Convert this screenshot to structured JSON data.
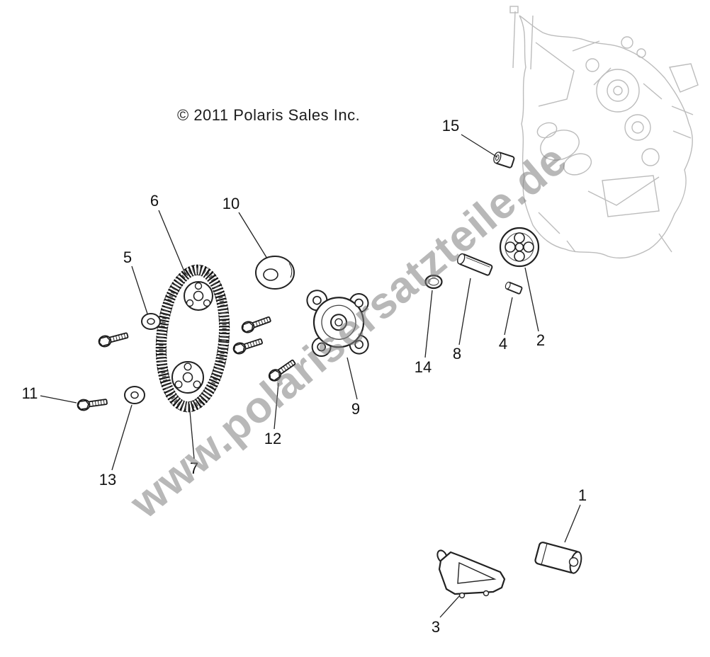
{
  "copyright": "© 2011 Polaris Sales Inc.",
  "watermark": "www.polarisersatzteile.de",
  "colors": {
    "part_line": "#1a1a1a",
    "ghost_line": "#b9b9b9",
    "watermark_gray": "#7d7d7d"
  },
  "callouts": [
    {
      "label": "1"
    },
    {
      "label": "2"
    },
    {
      "label": "3"
    },
    {
      "label": "4"
    },
    {
      "label": "5"
    },
    {
      "label": "6"
    },
    {
      "label": "7"
    },
    {
      "label": "8"
    },
    {
      "label": "9"
    },
    {
      "label": "10"
    },
    {
      "label": "11"
    },
    {
      "label": "12"
    },
    {
      "label": "13"
    },
    {
      "label": "14"
    },
    {
      "label": "15"
    }
  ]
}
